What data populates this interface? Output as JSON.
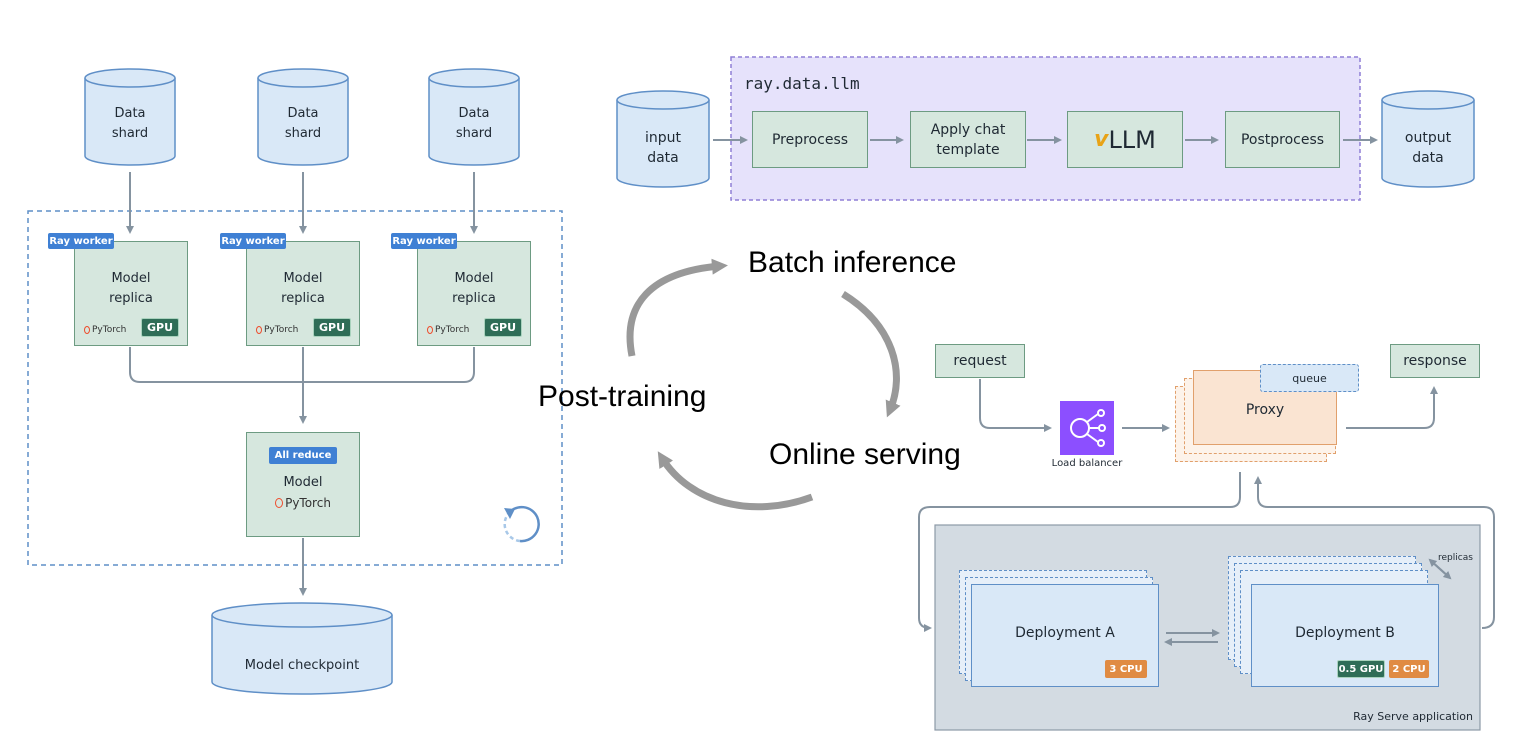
{
  "training": {
    "shards": [
      "Data\nshard",
      "Data\nshard",
      "Data\nshard"
    ],
    "workers": [
      {
        "tag": "Ray worker",
        "label": "Model\nreplica",
        "framework": "PyTorch",
        "gpu": "GPU"
      },
      {
        "tag": "Ray worker",
        "label": "Model\nreplica",
        "framework": "PyTorch",
        "gpu": "GPU"
      },
      {
        "tag": "Ray worker",
        "label": "Model\nreplica",
        "framework": "PyTorch",
        "gpu": "GPU"
      }
    ],
    "reduce_tag": "All reduce",
    "model_label": "Model",
    "model_framework": "PyTorch",
    "checkpoint": "Model checkpoint"
  },
  "batch": {
    "title": "ray.data.llm",
    "input": "input\ndata",
    "steps": [
      "Preprocess",
      "Apply chat\ntemplate",
      "LLM",
      "Postprocess"
    ],
    "vllm_prefix": "v",
    "output": "output\ndata"
  },
  "cycle": {
    "batch_label": "Batch inference",
    "serving_label": "Online serving",
    "posttraining_label": "Post-training"
  },
  "serving": {
    "request": "request",
    "response": "response",
    "lb_label": "Load balancer",
    "queue": "queue",
    "proxy": "Proxy",
    "deployment_a": "Deployment A",
    "deployment_a_cpu": "3 CPU",
    "deployment_b": "Deployment B",
    "deployment_b_gpu": "0.5 GPU",
    "deployment_b_cpu": "2 CPU",
    "replicas": "replicas",
    "app_label": "Ray Serve application"
  },
  "colors": {
    "green_fill": "#d6e7de",
    "blue_fill": "#d9e8f7",
    "orange_fill": "#fae4d2",
    "purple_fill": "#e6e2fb",
    "gray_fill": "#d3dbe2",
    "arrow": "#8593a0",
    "lb": "#8c4fff"
  }
}
